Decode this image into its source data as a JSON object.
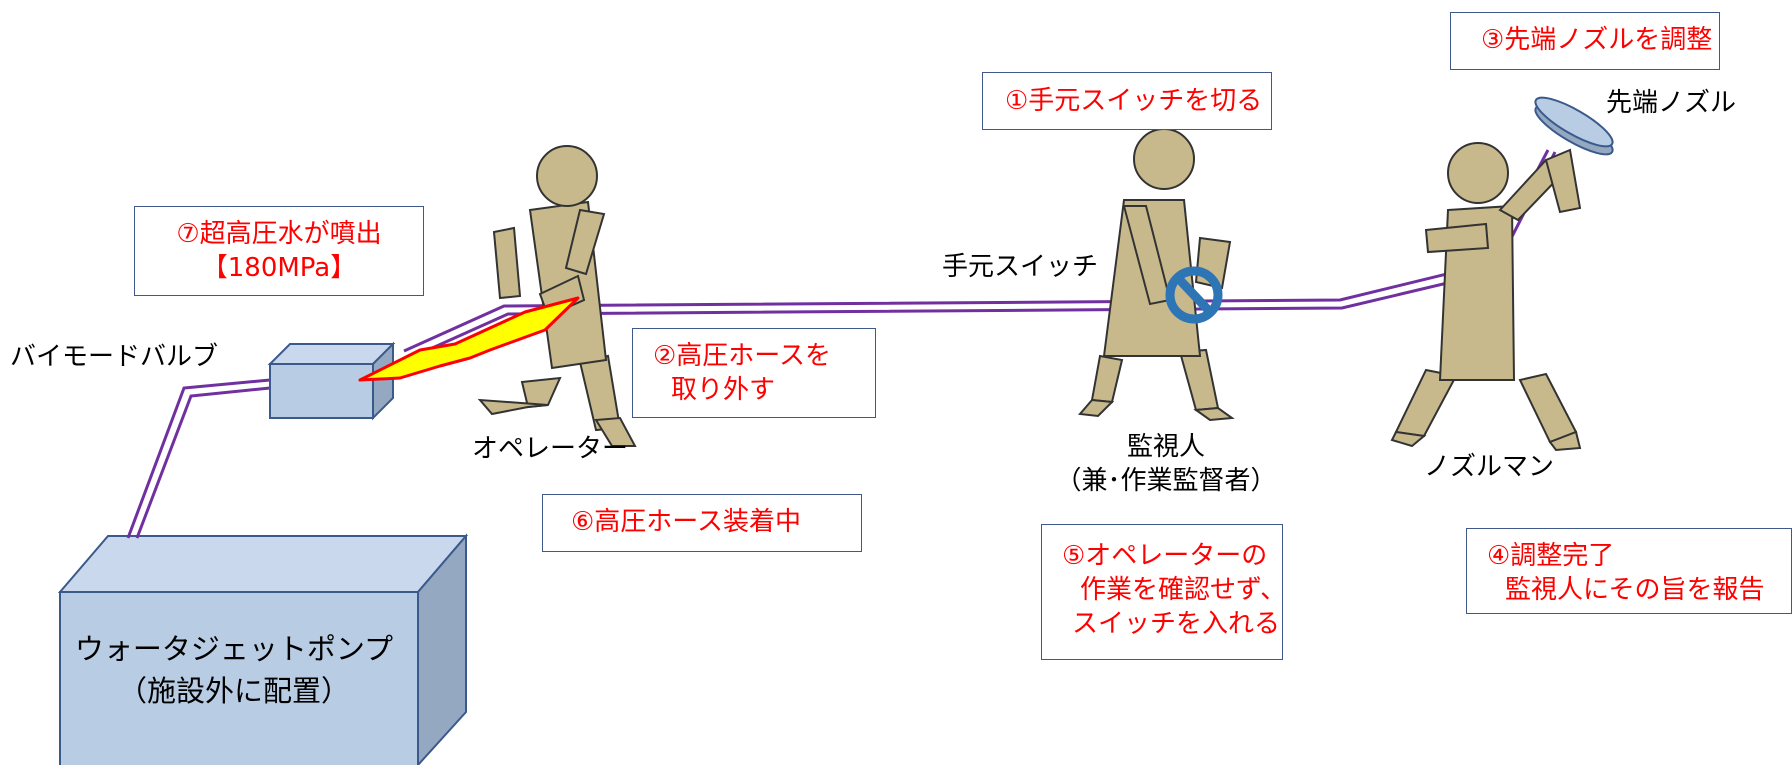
{
  "steps": {
    "s1": "①手元スイッチを切る",
    "s2_line1": "②高圧ホースを",
    "s2_line2": "取り外す",
    "s3": "③先端ノズルを調整",
    "s4_line1": "④調整完了",
    "s4_line2": "監視人にその旨を報告",
    "s5_line1": "⑤オペレーターの",
    "s5_line2": "作業を確認せず、",
    "s5_line3": "スイッチを入れる",
    "s6": "⑥高圧ホース装着中",
    "s7_line1": "⑦超高圧水が噴出",
    "s7_line2": "【180MPa】"
  },
  "labels": {
    "tip_nozzle": "先端ノズル",
    "hand_switch": "手元スイッチ",
    "bimode_valve": "バイモードバルブ",
    "operator": "オペレーター",
    "monitor_line1": "監視人",
    "monitor_line2": "（兼･作業監督者）",
    "nozzleman": "ノズルマン",
    "pump_line1": "ウォータジェットポンプ",
    "pump_line2": "（施設外に配置）"
  },
  "colors": {
    "step_text": "#ff0000",
    "step_border": "#3f5a8a",
    "figure_fill": "#c8b98c",
    "figure_stroke": "#333333",
    "hose": "#7030a0",
    "equipment_fill": "#b8cce4",
    "equipment_side": "#95a8c2",
    "equipment_stroke": "#3b5a8c",
    "jet_fill": "#ffff00",
    "jet_stroke": "#ff0000",
    "prohibit": "#2e75b6"
  }
}
